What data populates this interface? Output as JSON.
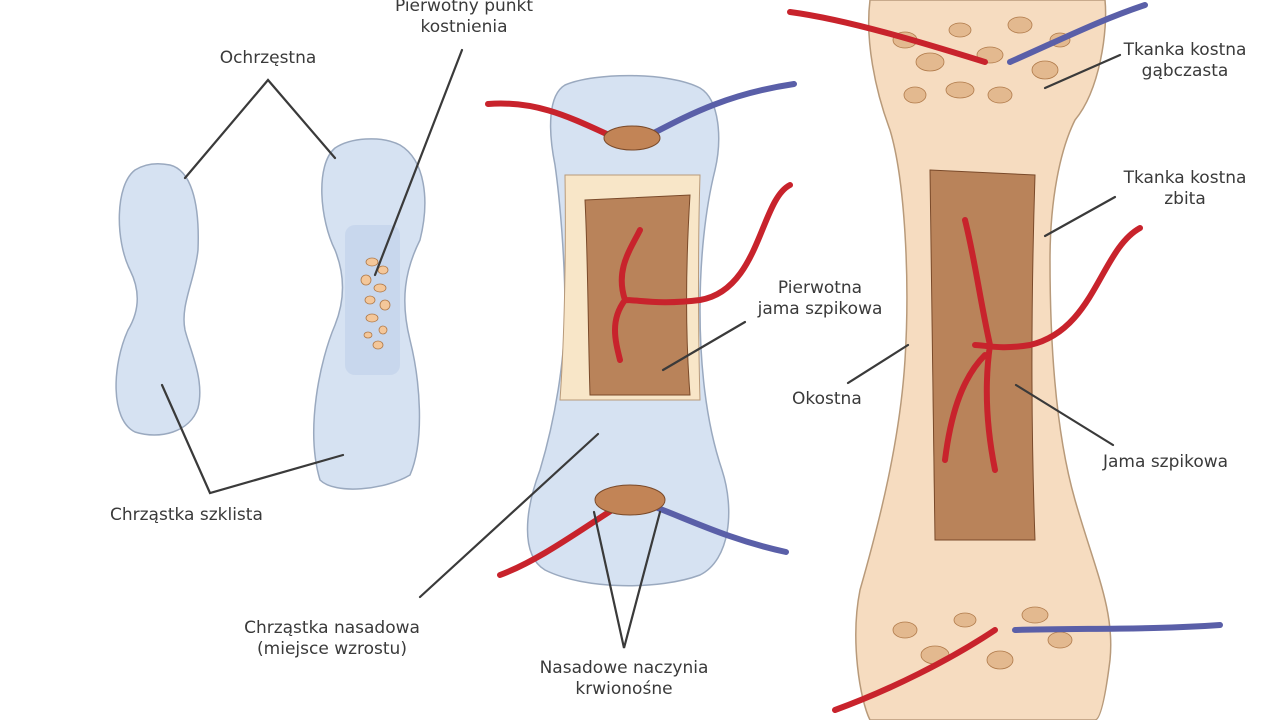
{
  "labels": {
    "ochrzestna": "Ochrzęstna",
    "pierwotny_punkt": [
      "Pierwotny punkt",
      "kostnienia"
    ],
    "chrzastka_szklista": "Chrząstka szklista",
    "chrzastka_nasadowa": [
      "Chrząstka nasadowa",
      "(miejsce wzrostu)"
    ],
    "nasadowe_naczynia": [
      "Nasadowe naczynia",
      "krwionośne"
    ],
    "pierwotna_jama": [
      "Pierwotna",
      "jama szpikowa"
    ],
    "tkanka_gabczasta": [
      "Tkanka kostna",
      "gąbczasta"
    ],
    "tkanka_zbita": [
      "Tkanka kostna",
      "zbita"
    ],
    "okostna": "Okostna",
    "jama_szpikowa": "Jama szpikowa"
  },
  "colors": {
    "cartilage": "#d6e2f2",
    "cartilage_edge": "#9aa9bf",
    "bone": "#f6dcc0",
    "bone_edge": "#b89a7a",
    "marrow": "#b9835a",
    "marrow_dark": "#7a4a2a",
    "artery": "#c8232c",
    "vein": "#5a5fa8",
    "spongy": "#e3b98f",
    "leader": "#3a3a3a"
  },
  "icons": [
    "bone-development-illustration"
  ]
}
